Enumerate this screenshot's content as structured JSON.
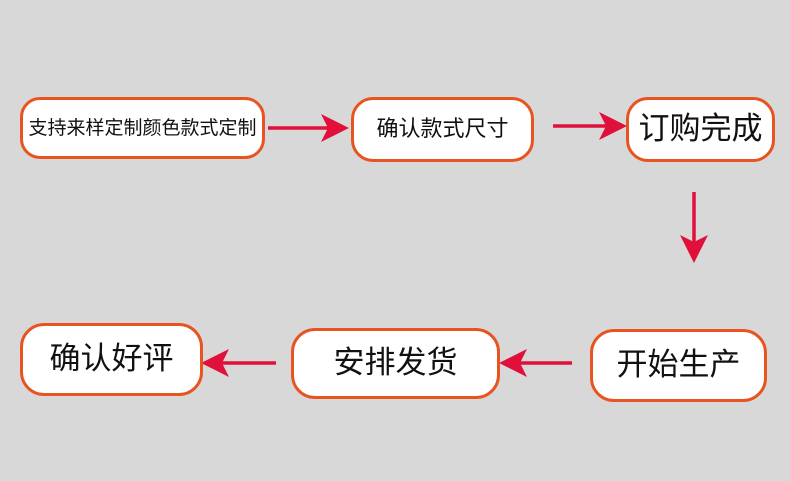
{
  "diagram": {
    "steps": [
      "支持来样定制颜色款式定制",
      "确认款式尺寸",
      "订购完成",
      "开始生产",
      "安排发货",
      "确认好评"
    ],
    "colors": {
      "node_border": "#e8541f",
      "node_fill": "#ffffff",
      "arrow": "#e0103a",
      "background": "#d8d8d8"
    }
  }
}
